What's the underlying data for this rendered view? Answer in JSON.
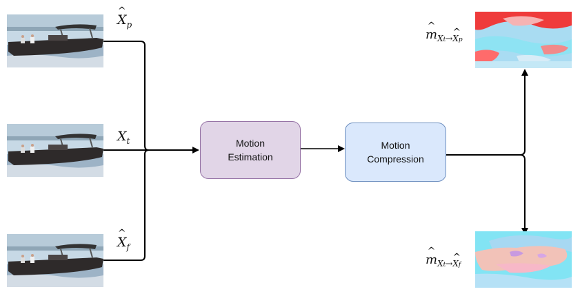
{
  "frames": [
    {
      "label_base": "X",
      "label_hat": true,
      "label_sub": "p"
    },
    {
      "label_base": "X",
      "label_hat": false,
      "label_sub": "t"
    },
    {
      "label_base": "X",
      "label_hat": true,
      "label_sub": "f"
    }
  ],
  "nodes": {
    "motion_estimation": {
      "label": "Motion\nEstimation",
      "fill": "#e1d5e7",
      "stroke": "#9673a6"
    },
    "motion_compression": {
      "label": "Motion\nCompression",
      "fill": "#dae8fc",
      "stroke": "#6c8ebf"
    }
  },
  "outputs": [
    {
      "label_base": "m",
      "label_sub_base": "X",
      "label_sub_sub": "t",
      "arrow": "→",
      "target_base": "X",
      "target_sub": "p"
    },
    {
      "label_base": "m",
      "label_sub_base": "X",
      "label_sub_sub": "t",
      "arrow": "→",
      "target_base": "X",
      "target_sub": "f"
    }
  ],
  "colors": {
    "line": "#000000",
    "sky": "#c7d9e6",
    "water": "#9db3c6",
    "hull": "#2e2a2a",
    "flow_cyan": "#8ae6f5",
    "flow_red": "#ef3b3b",
    "flow_pink": "#f2c2b8"
  }
}
